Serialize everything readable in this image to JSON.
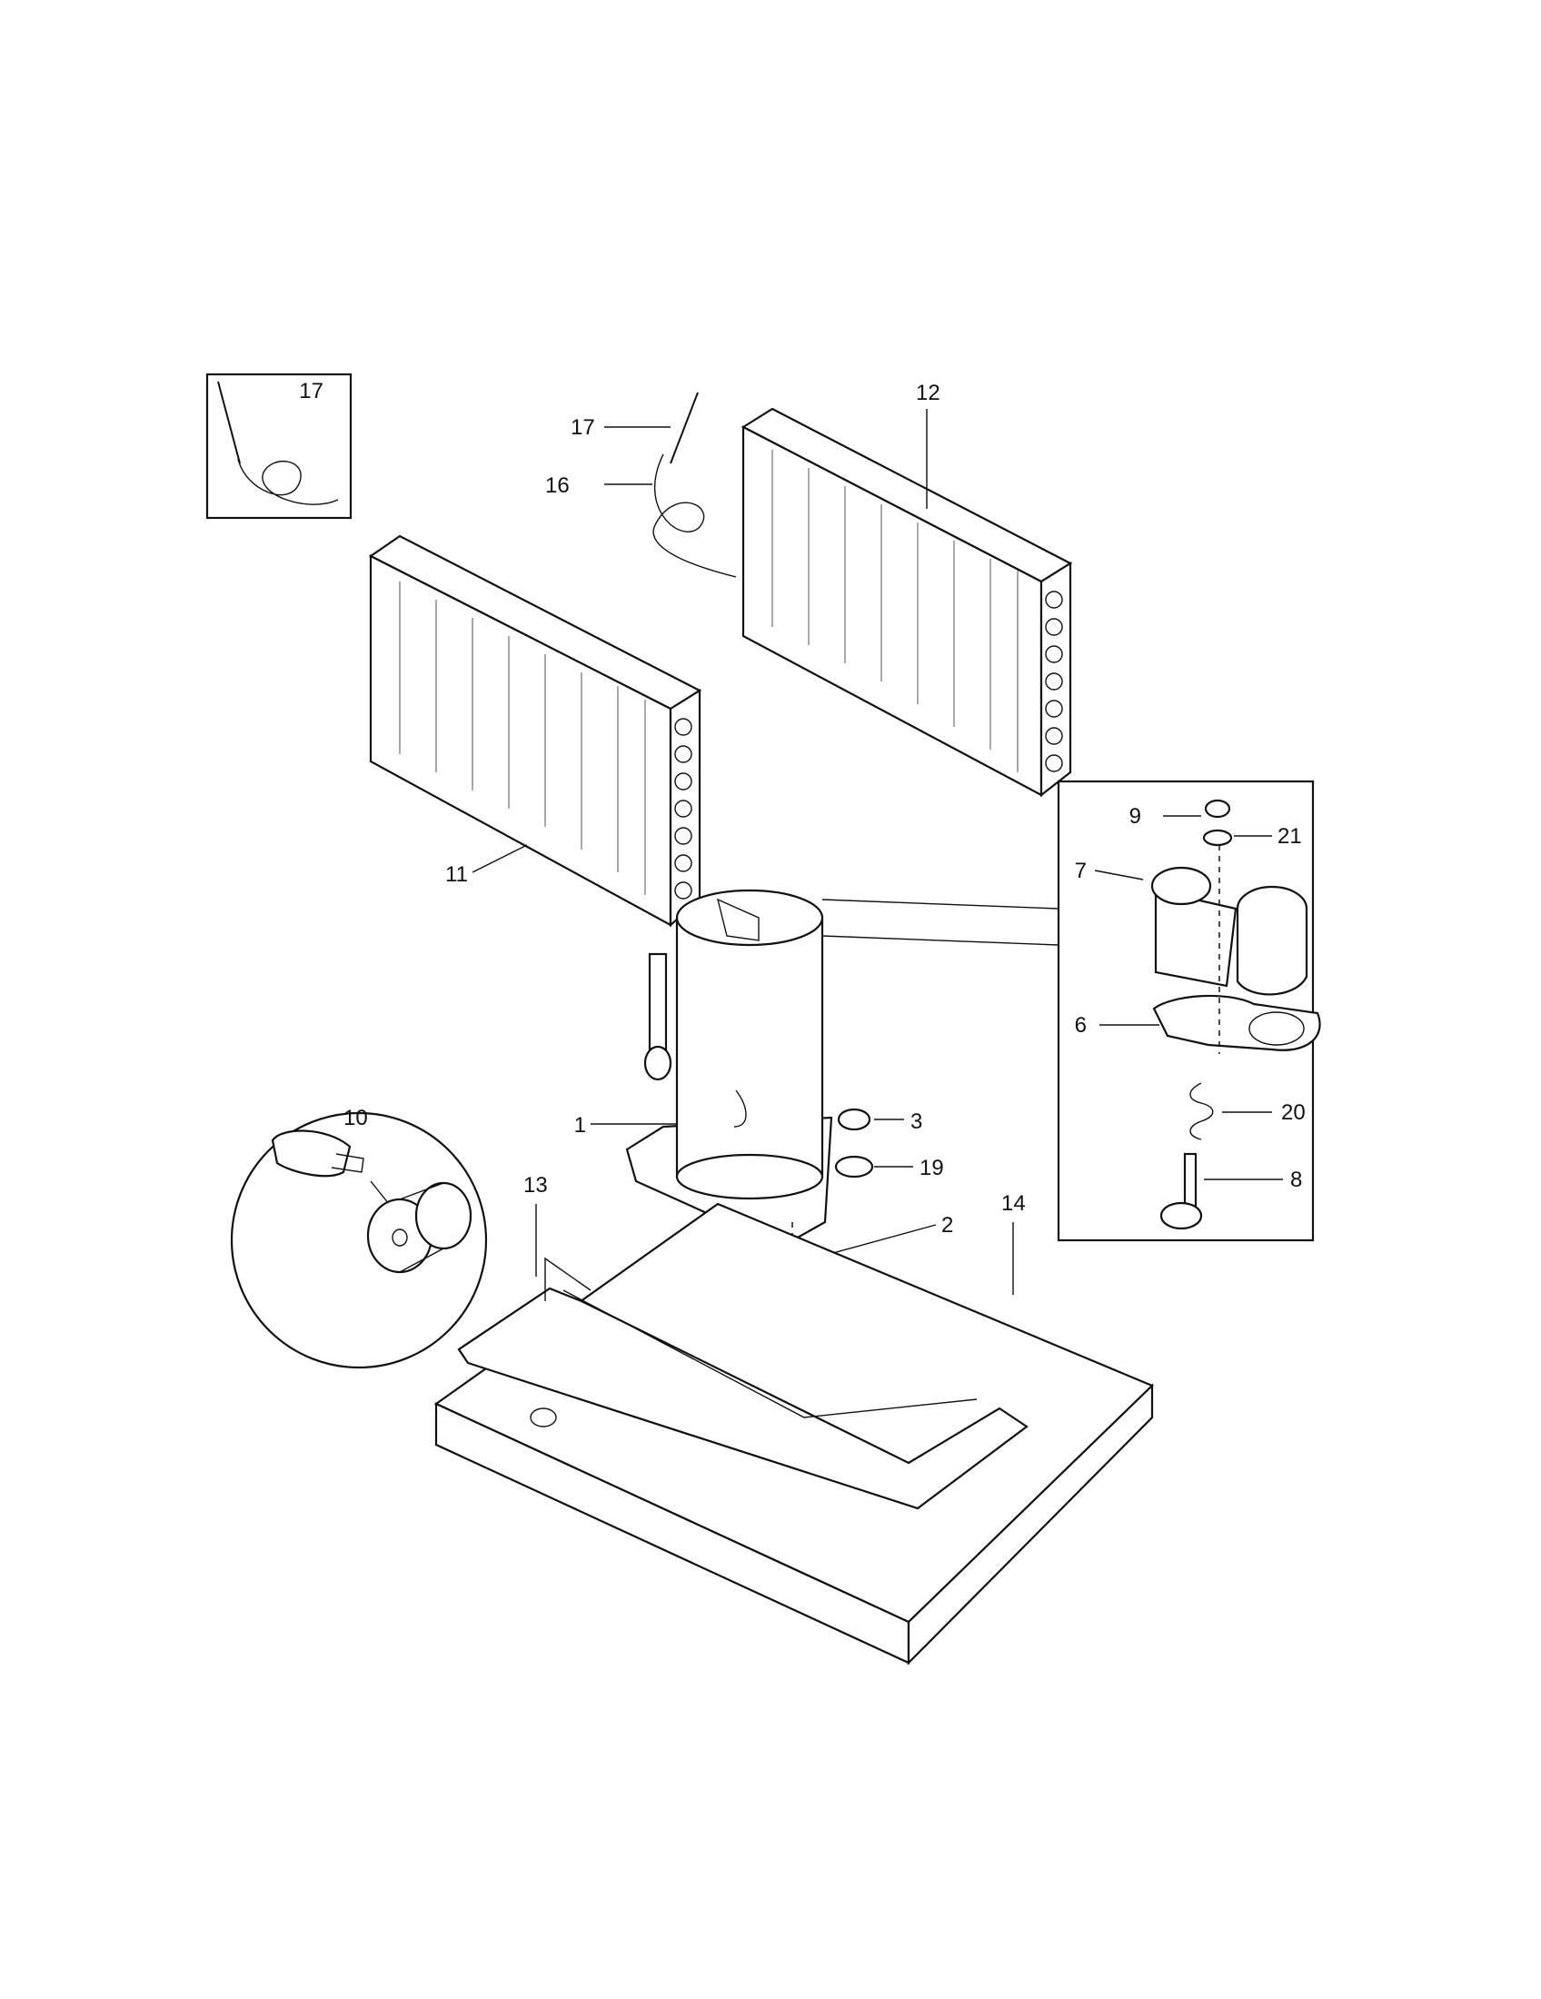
{
  "callouts": {
    "c1": "1",
    "c2": "2",
    "c3": "3",
    "c6": "6",
    "c7": "7",
    "c8": "8",
    "c9": "9",
    "c10": "10",
    "c11": "11",
    "c12": "12",
    "c13": "13",
    "c14": "14",
    "c16": "16",
    "c17a": "17",
    "c17b": "17",
    "c19": "19",
    "c20": "20",
    "c21": "21"
  }
}
